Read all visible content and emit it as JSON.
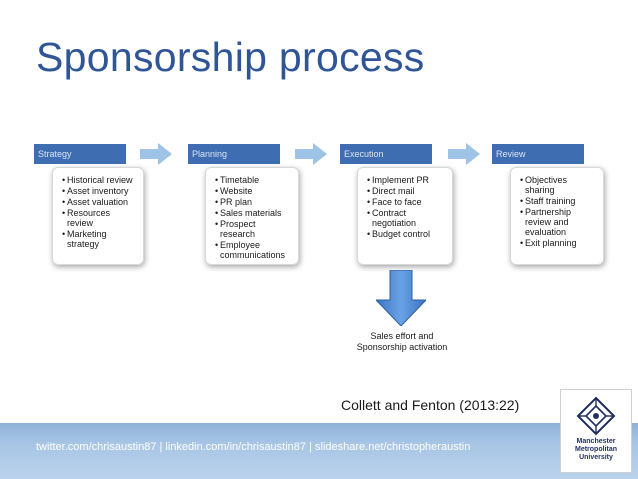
{
  "slide": {
    "title": "Sponsorship process",
    "citation": "Collett and Fenton (2013:22)",
    "footer": "twitter.com/chrisaustin87  |  linkedin.com/in/chrisaustin87  |  slideshare.net/christopheraustin"
  },
  "stages": [
    {
      "name": "Strategy",
      "items": [
        "Historical review",
        "Asset inventory",
        "Asset valuation",
        "Resources review",
        "Marketing strategy"
      ]
    },
    {
      "name": "Planning",
      "items": [
        "Timetable",
        "Website",
        "PR plan",
        "Sales materials",
        "Prospect research",
        "Employee communications"
      ]
    },
    {
      "name": "Execution",
      "items": [
        "Implement PR",
        "Direct mail",
        "Face to face",
        "Contract negotiation",
        "Budget control"
      ]
    },
    {
      "name": "Review",
      "items": [
        "Objectives sharing",
        "Staff training",
        "Partnership review and evaluation",
        "Exit planning"
      ]
    }
  ],
  "activation": {
    "line1": "Sales effort and",
    "line2": "Sponsorship activation"
  },
  "logo": {
    "line1": "Manchester",
    "line2": "Metropolitan",
    "line3": "University"
  },
  "colors": {
    "title": "#2f5597",
    "header": "#3e6db1",
    "arrow": "#9dc3e6",
    "down_arrow": "#4a86d4"
  }
}
